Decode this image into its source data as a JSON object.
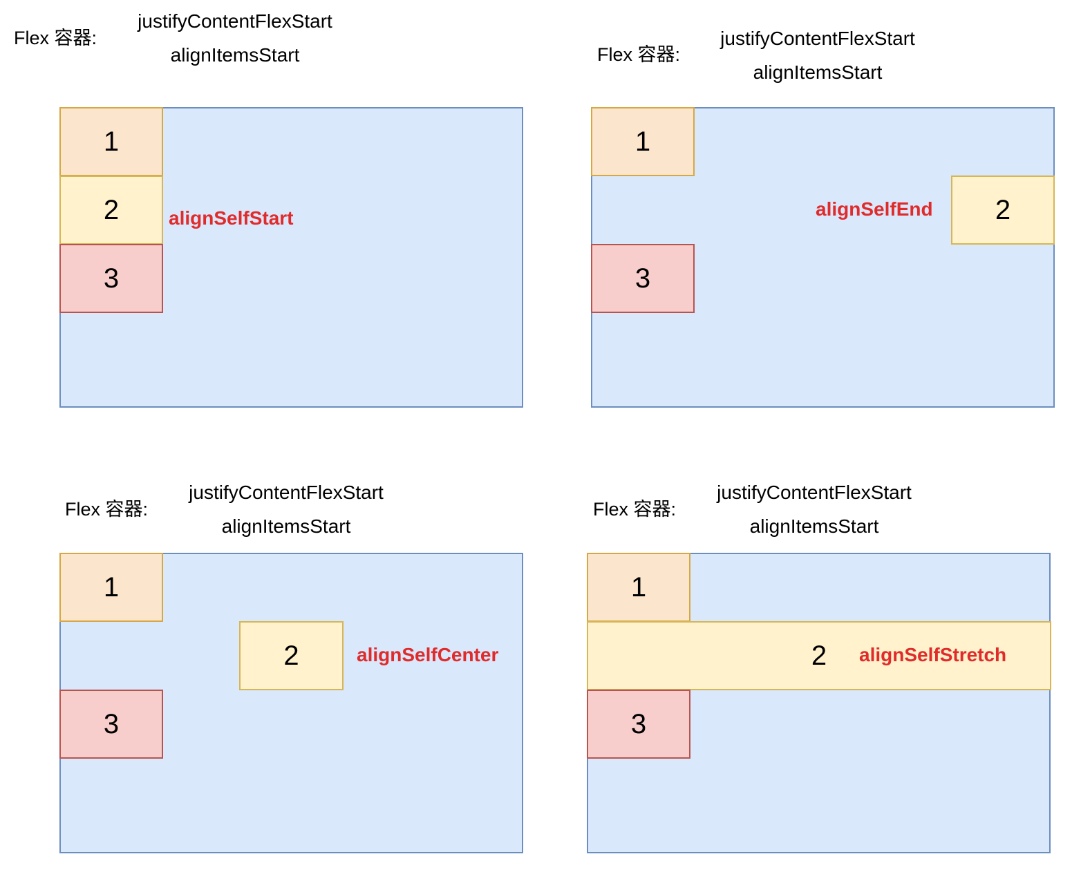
{
  "colors": {
    "container_fill": "#dae8fc",
    "container_border": "#6c8ebf",
    "item1_fill": "#fce5cd",
    "item2_fill": "#fff2cc",
    "item3_fill": "#f8cecc",
    "annotation": "#e02b2b"
  },
  "panels": [
    {
      "container_label": "Flex 容器:",
      "justify_content": "justifyContentFlexStart",
      "align_items": "alignItemsStart",
      "items": [
        "1",
        "2",
        "3"
      ],
      "item2_align_self": "alignSelfStart"
    },
    {
      "container_label": "Flex 容器:",
      "justify_content": "justifyContentFlexStart",
      "align_items": "alignItemsStart",
      "items": [
        "1",
        "2",
        "3"
      ],
      "item2_align_self": "alignSelfEnd"
    },
    {
      "container_label": "Flex 容器:",
      "justify_content": "justifyContentFlexStart",
      "align_items": "alignItemsStart",
      "items": [
        "1",
        "2",
        "3"
      ],
      "item2_align_self": "alignSelfCenter"
    },
    {
      "container_label": "Flex 容器:",
      "justify_content": "justifyContentFlexStart",
      "align_items": "alignItemsStart",
      "items": [
        "1",
        "2",
        "3"
      ],
      "item2_align_self": "alignSelfStretch"
    }
  ]
}
